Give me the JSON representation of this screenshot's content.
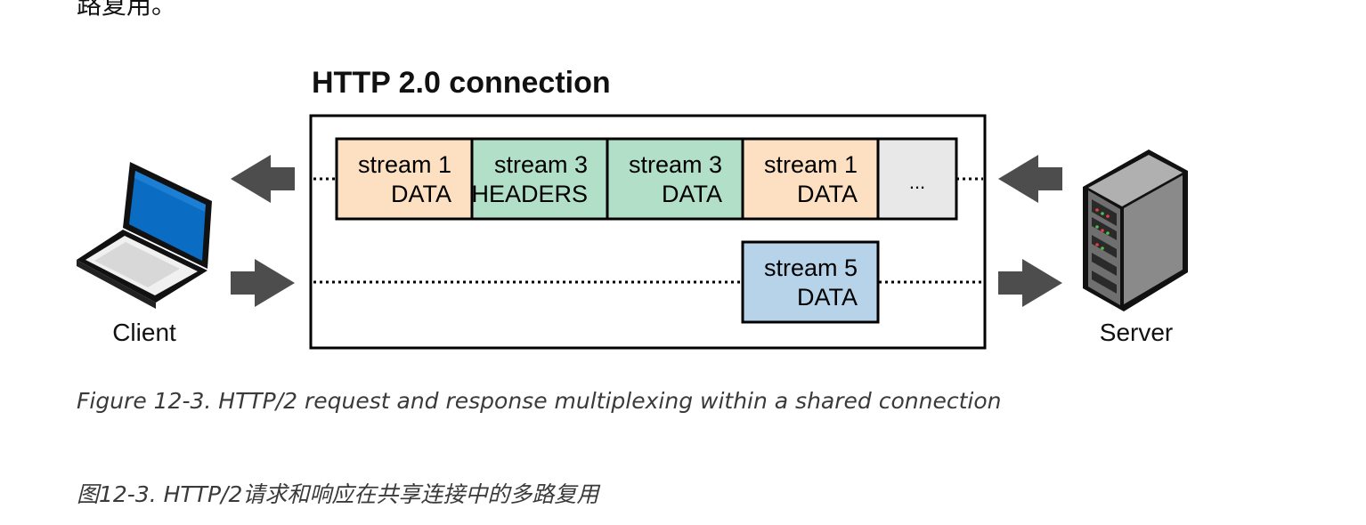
{
  "page": {
    "top_text": "路复用。",
    "caption_en": "Figure 12-3. HTTP/2 request and response multiplexing within a shared connection",
    "caption_zh": "图12-3. HTTP/2请求和响应在共享连接中的多路复用"
  },
  "diagram": {
    "title": "HTTP 2.0 connection",
    "client_label": "Client",
    "server_label": "Server",
    "top_frames": [
      {
        "line1": "stream 1",
        "line2": "DATA",
        "color": "#fde0c1"
      },
      {
        "line1": "stream 3",
        "line2": "HEADERS",
        "color": "#b2dfc8"
      },
      {
        "line1": "stream 3",
        "line2": "DATA",
        "color": "#b2dfc8"
      },
      {
        "line1": "stream 1",
        "line2": "DATA",
        "color": "#fde0c1"
      },
      {
        "line1": "...",
        "line2": "",
        "color": "#e8e8e8"
      }
    ],
    "bottom_frame": {
      "line1": "stream 5",
      "line2": "DATA",
      "color": "#b6d3ea"
    },
    "colors": {
      "arrow": "#4d4d4d",
      "laptop_screen": "#0a6cc2",
      "server_body": "#8a8a8a"
    }
  }
}
